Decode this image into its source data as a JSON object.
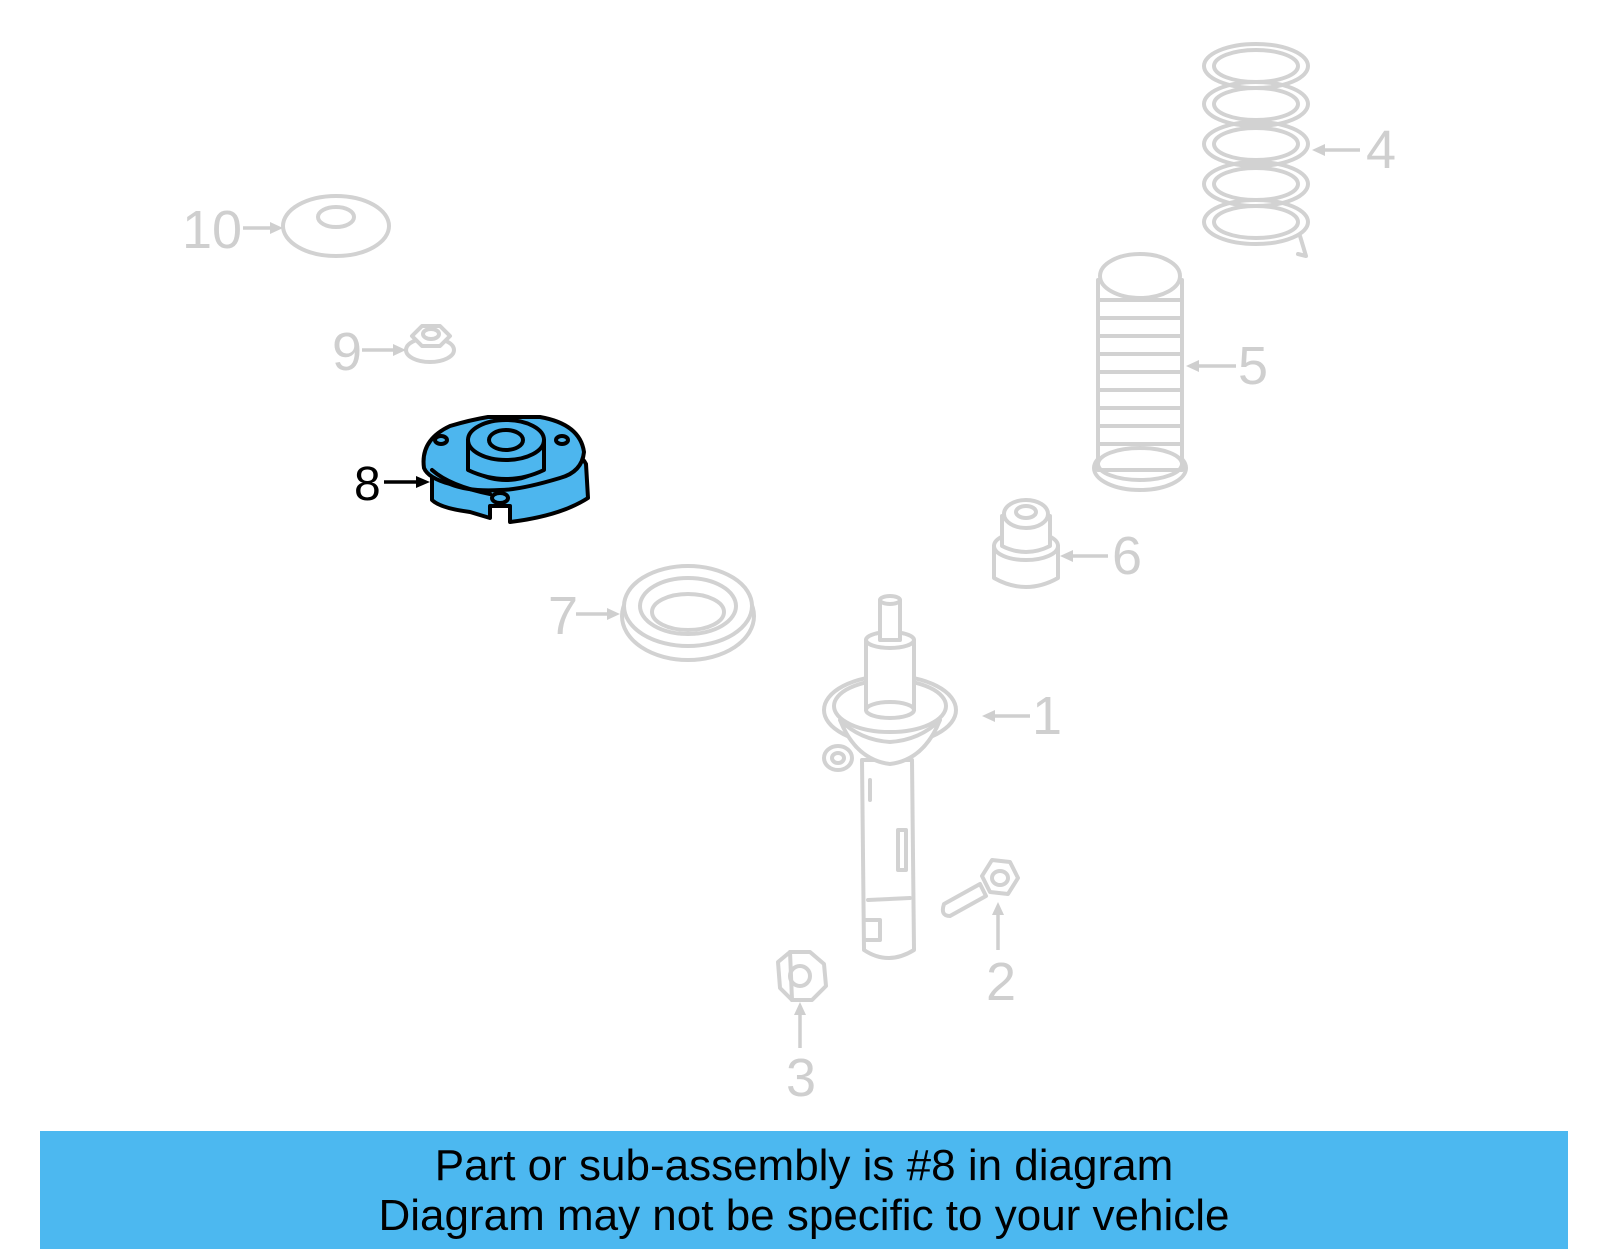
{
  "callouts": [
    "1",
    "2",
    "3",
    "4",
    "5",
    "6",
    "7",
    "8",
    "9",
    "10"
  ],
  "highlighted_part": "8",
  "colors": {
    "highlight_fill": "#4db6ee",
    "banner_background": "#4cb8f0",
    "inactive_part": "#d2d2d2",
    "active_outline": "#000000"
  },
  "banner": {
    "line1": "Part or sub-assembly is #8 in diagram",
    "line2": "Diagram may not be specific to your vehicle"
  }
}
